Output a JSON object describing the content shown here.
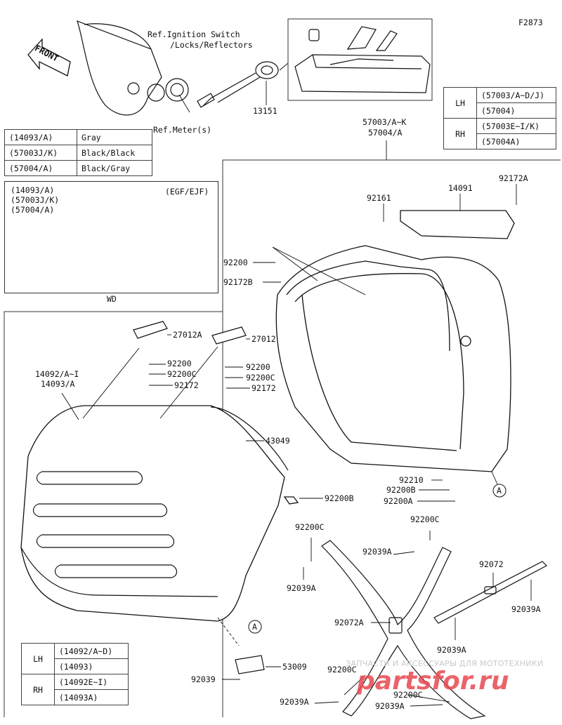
{
  "figure_code": "F2873",
  "front_label": "FRONT",
  "refs": {
    "ignition": [
      "Ref.Ignition Switch",
      "/Locks/Reflectors"
    ],
    "meter": "Ref.Meter(s)"
  },
  "color_table": [
    {
      "part": "(14093/A)",
      "color": "Gray"
    },
    {
      "part": "(57003J/K)",
      "color": "Black/Black"
    },
    {
      "part": "(57004/A)",
      "color": "Black/Gray"
    }
  ],
  "inset": {
    "parts": [
      "(14093/A)",
      "(57003J/K)",
      "(57004/A)"
    ],
    "region": "(EGF/EJF)",
    "caption": "WD"
  },
  "side_table_top": [
    {
      "side": "LH",
      "parts": [
        "(57003/A~D/J)",
        "(57004)"
      ]
    },
    {
      "side": "RH",
      "parts": [
        "(57003E~I/K)",
        "(57004A)"
      ]
    }
  ],
  "side_table_bottom": [
    {
      "side": "LH",
      "parts": [
        "(14092/A~D)",
        "(14093)"
      ]
    },
    {
      "side": "RH",
      "parts": [
        "(14092E~I)",
        "(14093A)"
      ]
    }
  ],
  "callouts": {
    "c13151": "13151",
    "c57003": "57003/A~K",
    "c57004": "57004/A",
    "c14091": "14091",
    "c92172A_top": "92172A",
    "c92161": "92161",
    "c92200_left": "92200",
    "c92172B": "92172B",
    "c27012A": "27012A",
    "c27012": "27012",
    "c92200_a": "92200",
    "c92200C_a": "92200C",
    "c92172_a": "92172",
    "c92200_b": "92200",
    "c92200C_b": "92200C",
    "c92172_b": "92172",
    "c14092": "14092/A~I",
    "c14093": "14093/A",
    "c43049": "43049",
    "c92200B": "92200B",
    "c92210": "92210",
    "c92200B_r": "92200B",
    "c92200A": "92200A",
    "c92200C_m": "92200C",
    "c92200C_r": "92200C",
    "c92039A_1": "92039A",
    "c92039A_2": "92039A",
    "c92072": "92072",
    "c92039A_3": "92039A",
    "c92072A": "92072A",
    "c92039A_4": "92039A",
    "c53009": "53009",
    "c92039": "92039",
    "c92200C_bl": "92200C",
    "c92200C_br": "92200C",
    "c92039A_bl": "92039A",
    "c92039A_br": "92039A",
    "ref_A": "A"
  },
  "watermark": {
    "tagline": "ЗАПЧАСТИ И АКСЕССУАРЫ ДЛЯ МОТОТЕХНИКИ",
    "brand": "partsfor.ru",
    "brand_color": "#e8484f",
    "tagline_color": "#c9c9c9"
  }
}
